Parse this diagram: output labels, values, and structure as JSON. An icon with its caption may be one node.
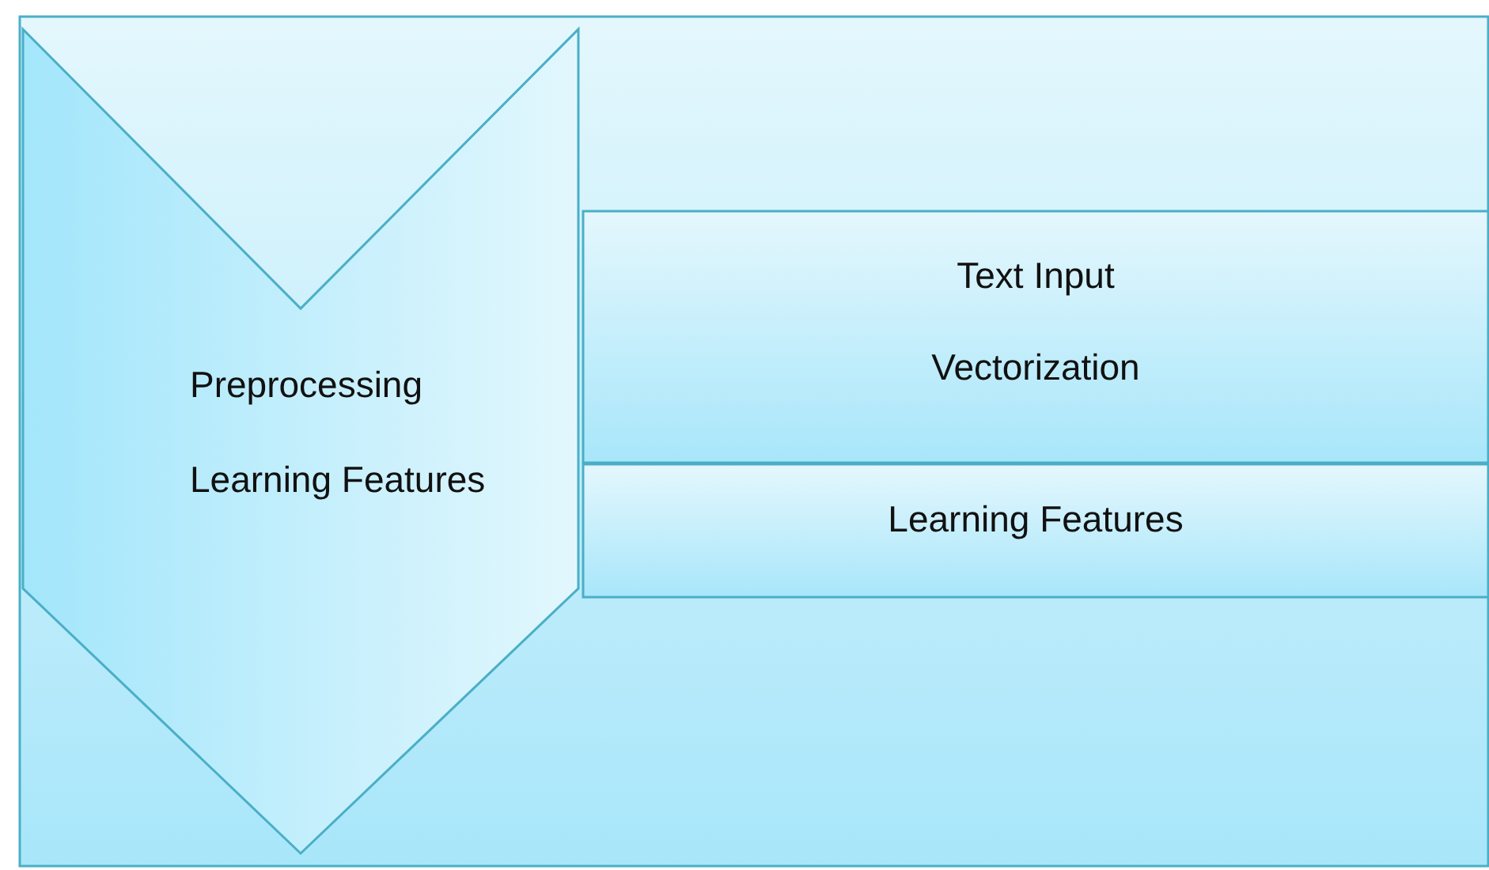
{
  "diagram": {
    "nodes": [
      {
        "text": [],
        "shape": "box"
      },
      {
        "text": [
          "Preprocessing",
          "Learning Features"
        ],
        "in": 0
      },
      {
        "text": [
          "Text Input",
          "Vectorization"
        ],
        "in": 0
      },
      {
        "text": [
          "Learning Features"
        ],
        "in": 0
      }
    ]
  }
}
